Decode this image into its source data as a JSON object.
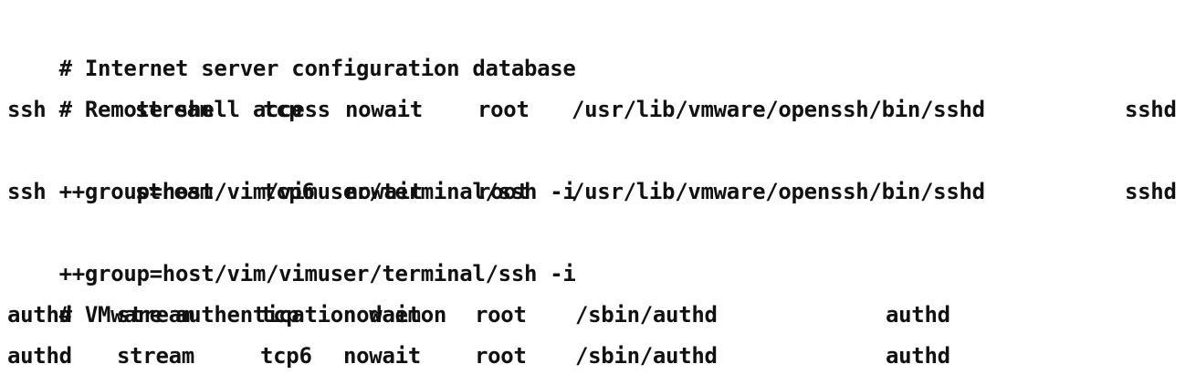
{
  "document": {
    "kind": "plain-text-config",
    "background_color": "#ffffff",
    "text_color": "#111111",
    "lines": [
      {
        "type": "comment",
        "text": "# Internet server configuration database"
      },
      {
        "type": "comment",
        "text": "# Remote shell access"
      },
      {
        "type": "entry",
        "service": "ssh",
        "socket_type": "stream",
        "protocol": "tcp",
        "wait_status": "nowait",
        "user": "root",
        "program": "/usr/lib/vmware/openssh/bin/sshd",
        "arguments": "sshd"
      },
      {
        "type": "continuation",
        "text": "++group=host/vim/vimuser/terminal/ssh -i"
      },
      {
        "type": "entry",
        "service": "ssh",
        "socket_type": "stream",
        "protocol": "tcp6",
        "wait_status": "nowait",
        "user": "root",
        "program": "/usr/lib/vmware/openssh/bin/sshd",
        "arguments": "sshd"
      },
      {
        "type": "continuation",
        "text": "++group=host/vim/vimuser/terminal/ssh -i"
      },
      {
        "type": "comment",
        "text": "# VMware authentication daemon"
      },
      {
        "type": "entry",
        "service": "authd",
        "socket_type": "stream",
        "protocol": "tcp",
        "wait_status": "nowait",
        "user": "root",
        "program": "/sbin/authd",
        "arguments": "authd"
      },
      {
        "type": "entry",
        "service": "authd",
        "socket_type": "stream",
        "protocol": "tcp6",
        "wait_status": "nowait",
        "user": "root",
        "program": "/sbin/authd",
        "arguments": "authd"
      }
    ]
  }
}
